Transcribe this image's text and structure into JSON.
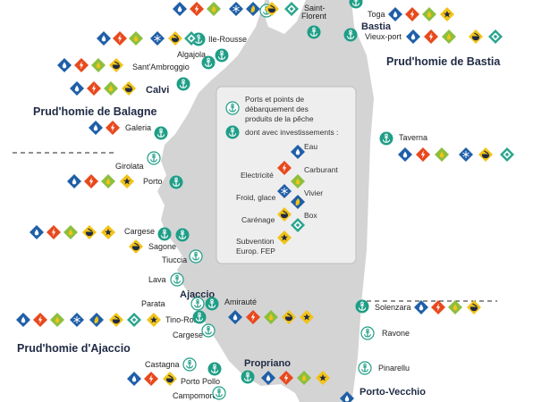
{
  "legend": {
    "ports_line1": "Ports et points de",
    "ports_line2": "débarquement des",
    "ports_line3": "produits de la pêche",
    "invest": "dont avec investissements :",
    "items": {
      "eau": "Eau",
      "electricite": "Electricité",
      "carburant": "Carburant",
      "froid": "Froid, glace",
      "vivier": "Vivier",
      "carenage": "Carénage",
      "box": "Box",
      "subvention1": "Subvention",
      "subvention2": "Europ. FEP"
    }
  },
  "regions": {
    "balagne": "Prud'homie de Balagne",
    "bastia": "Prud'homie de Bastia",
    "ajaccio": "Prud'homie d'Ajaccio"
  },
  "cities": {
    "bastia": "Bastia",
    "calvi": "Calvi",
    "ajaccio": "Ajaccio",
    "propriano": "Propriano",
    "porto_vecchio": "Porto-Vecchio"
  },
  "ports": {
    "saint_florent_1": "Saint-",
    "saint_florent_2": "Florent",
    "ile_rousse": "Ile-Rousse",
    "algajola": "Algajola",
    "sant_ambroggio": "Sant'Ambroggio",
    "galeria": "Galeria",
    "girolata": "Girolata",
    "porto": "Porto",
    "cargese_n": "Cargese",
    "sagone": "Sagone",
    "tiuccia": "Tiuccia",
    "lava": "Lava",
    "parata": "Parata",
    "amiraute": "Amirauté",
    "tino_rossi": "Tino-Rossi",
    "cargese_s": "Cargese",
    "castagna": "Castagna",
    "porto_pollo": "Porto Pollo",
    "campomoro": "Campomoro",
    "toga": "Toga",
    "vieux_port": "Vieux-port",
    "taverna": "Taverna",
    "solenzara": "Solenzara",
    "ravone": "Ravone",
    "pinarellu": "Pinarellu"
  },
  "colors": {
    "eau": "#1f5fa8",
    "electricite": "#e8491d",
    "carburant": "#8cbf3f",
    "froid": "#1f5fa8",
    "vivier": "#1f5fa8",
    "carenage": "#f2c318",
    "box": "#2ba58f",
    "subvention": "#f2c318",
    "anchor": "#1f9e87",
    "island": "#d4d4d4"
  }
}
